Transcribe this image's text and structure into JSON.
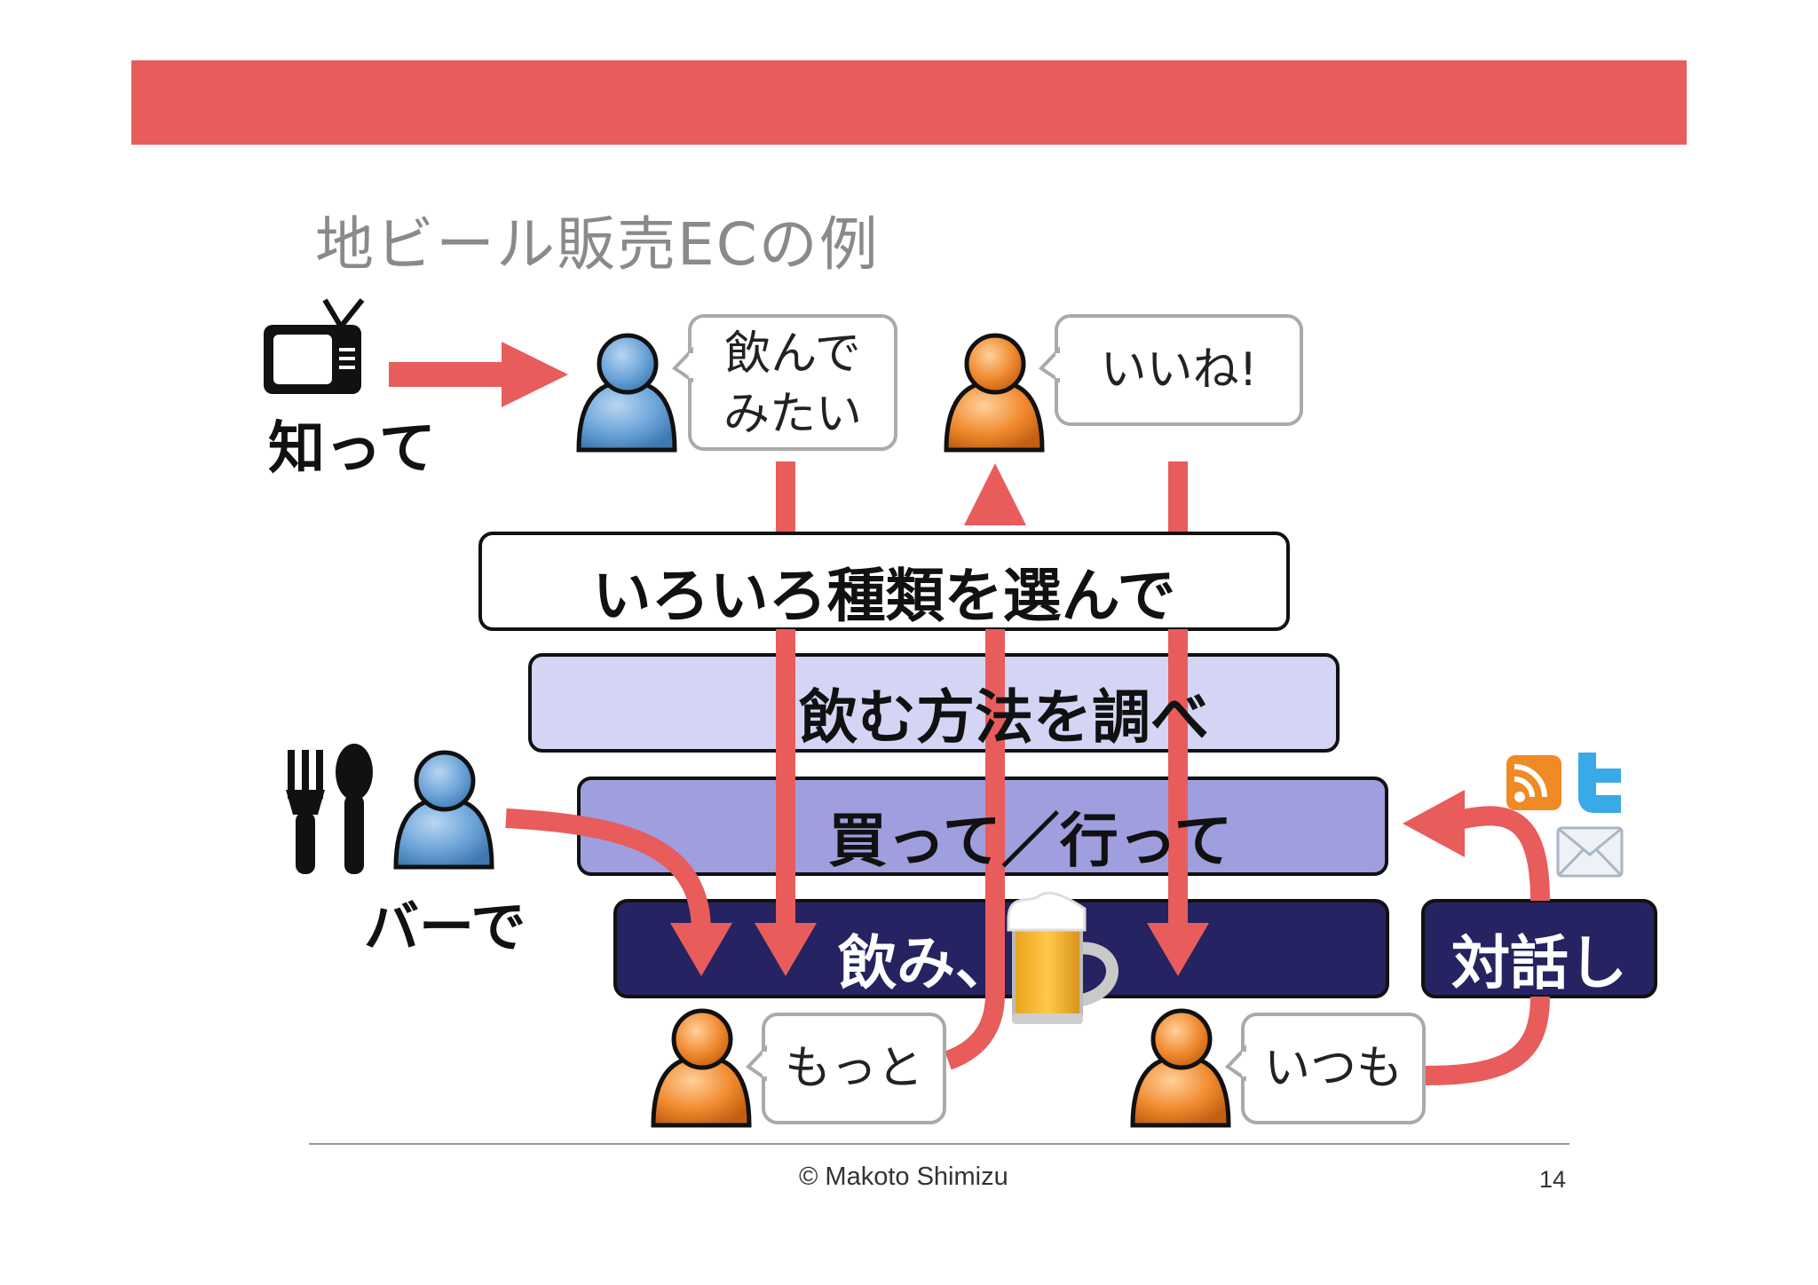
{
  "slide": {
    "title": "地ビール販売ECの例",
    "footer": {
      "copyright": "© Makoto Shimizu",
      "page_number": "14"
    }
  },
  "colors": {
    "accent": "#e85c5c",
    "navy": "#252361",
    "purple": "#9f9fdf",
    "lavender": "#d4d4f4",
    "orange": "#f0892e",
    "blue": "#6aa3d8"
  },
  "labels": {
    "know": "知って",
    "bar": "バーで",
    "dialogue": "対話し"
  },
  "bubbles": {
    "want_to_drink_line1": "飲んで",
    "want_to_drink_line2": "みたい",
    "nice": "いいね!",
    "more": "もっと",
    "always": "いつも"
  },
  "layers": {
    "choose": "いろいろ種類を選んで",
    "research": "飲む方法を調べ",
    "buy": "買って／行って",
    "drink": "飲み、"
  },
  "icons": [
    "tv-icon",
    "person-icon",
    "fork-icon",
    "spoon-icon",
    "beer-mug-icon",
    "rss-icon",
    "twitter-icon",
    "mail-icon"
  ]
}
